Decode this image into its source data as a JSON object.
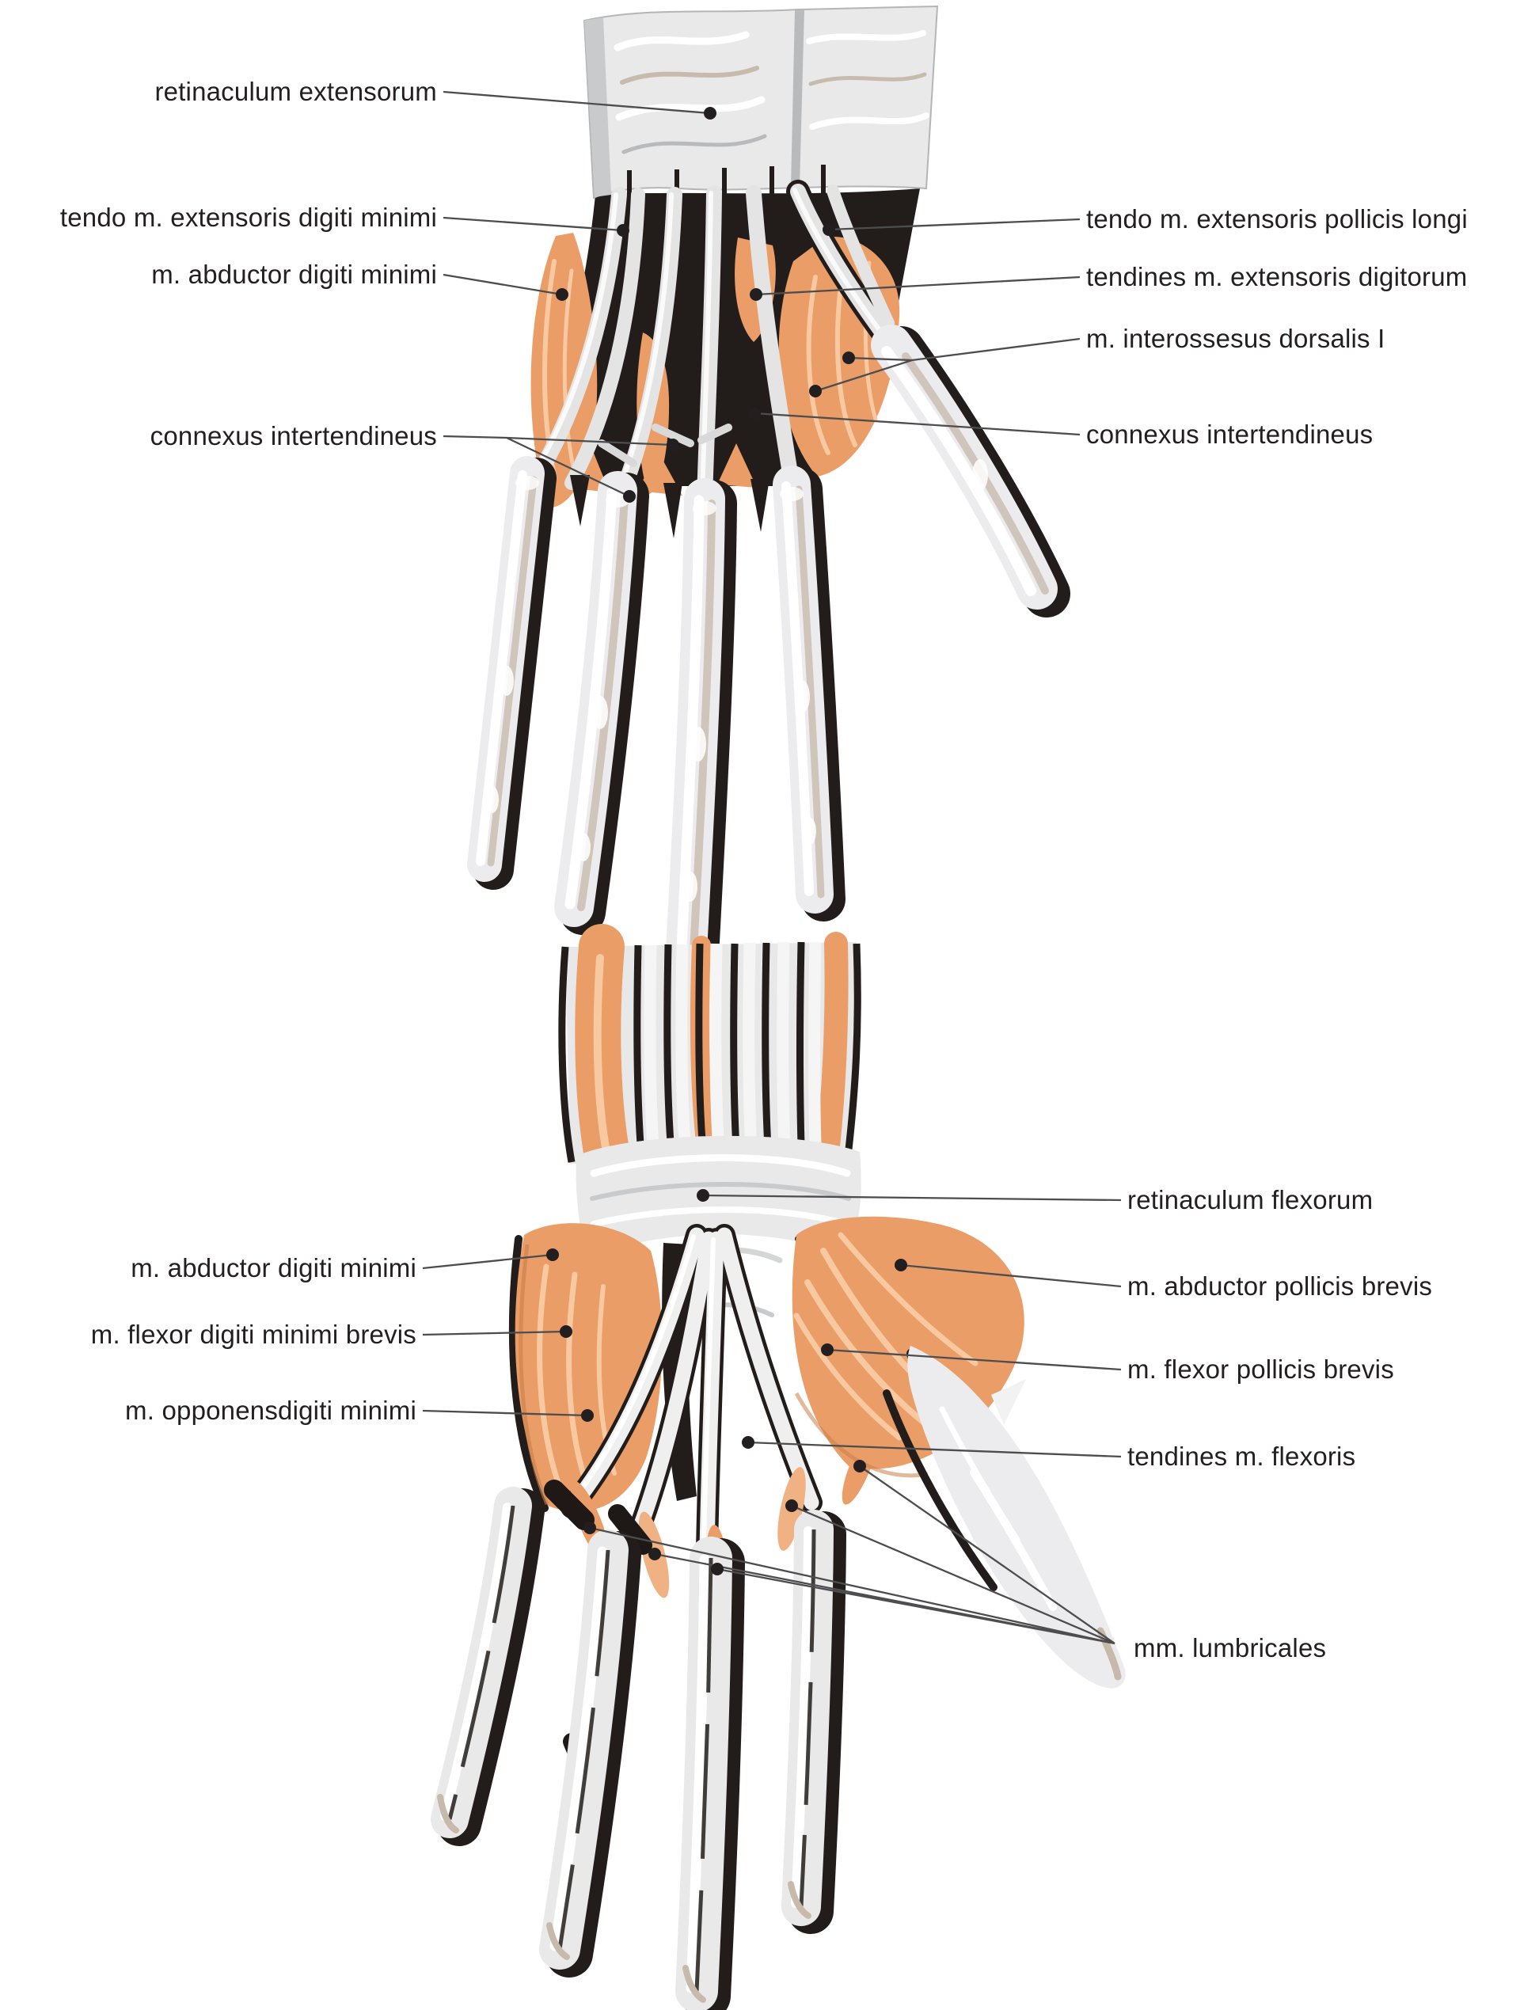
{
  "figure": {
    "type": "anatomical diagram",
    "subject": "hand muscles and tendons, dorsal (top) and palmar (bottom) views",
    "palette": {
      "muscle_orange": "#ea9d67",
      "muscle_highlight": "#f8c9a0",
      "muscle_shade": "#c87f48",
      "tendon_gray": "#ececee",
      "warm_gray": "#c8baaa",
      "shadow_black": "#221d1a",
      "label_text": "#231f20",
      "leader_line": "#4d4d4f",
      "background": "#ffffff"
    },
    "top_view": {
      "name": "dorsal hand",
      "labels_left": [
        {
          "text": "retinaculum extensorum"
        },
        {
          "text": "tendo m. extensoris digiti minimi"
        },
        {
          "text": "m. abductor digiti minimi"
        },
        {
          "text": "connexus intertendineus"
        }
      ],
      "labels_right": [
        {
          "text": "tendo m. extensoris pollicis longi"
        },
        {
          "text": "tendines m. extensoris digitorum"
        },
        {
          "text": "m. interossesus dorsalis I"
        },
        {
          "text": "connexus intertendineus"
        }
      ]
    },
    "bottom_view": {
      "name": "palmar hand",
      "labels_left": [
        {
          "text": "m. abductor digiti minimi"
        },
        {
          "text": "m. flexor digiti minimi brevis"
        },
        {
          "text": "m. opponensdigiti minimi"
        }
      ],
      "labels_right": [
        {
          "text": "retinaculum flexorum"
        },
        {
          "text": "m. abductor pollicis brevis"
        },
        {
          "text": "m. flexor pollicis brevis"
        },
        {
          "text": "tendines m. flexoris"
        },
        {
          "text": "mm. lumbricales"
        }
      ]
    }
  }
}
